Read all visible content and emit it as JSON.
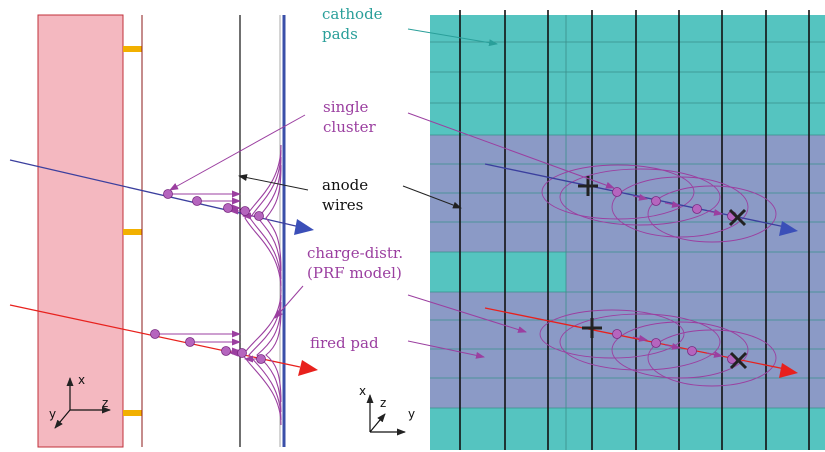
{
  "labels": {
    "cathode": [
      "cathode",
      "pads"
    ],
    "cluster": [
      "single",
      "cluster"
    ],
    "anode": [
      "anode",
      "wires"
    ],
    "charge": [
      "charge-distr.",
      "(PRF model)"
    ],
    "fired": "fired pad"
  },
  "axes_left": {
    "x": "x",
    "y": "y",
    "z": "z"
  },
  "axes_right": {
    "x": "x",
    "y": "y",
    "z": "z"
  },
  "colors": {
    "cathode_pad": "#55c4c0",
    "fired_pad": "#8b9ac6",
    "drift_volume": "#f4b8c0",
    "cluster": "#9b3fa0",
    "cluster_fill": "#b565be",
    "track_blue": "#3b3f9e",
    "track_red": "#e8211d",
    "cathode_label": "#2a9f9a",
    "purple_label": "#9b3fa0",
    "plane": "#3a4fa8",
    "support": "#f2b000"
  }
}
